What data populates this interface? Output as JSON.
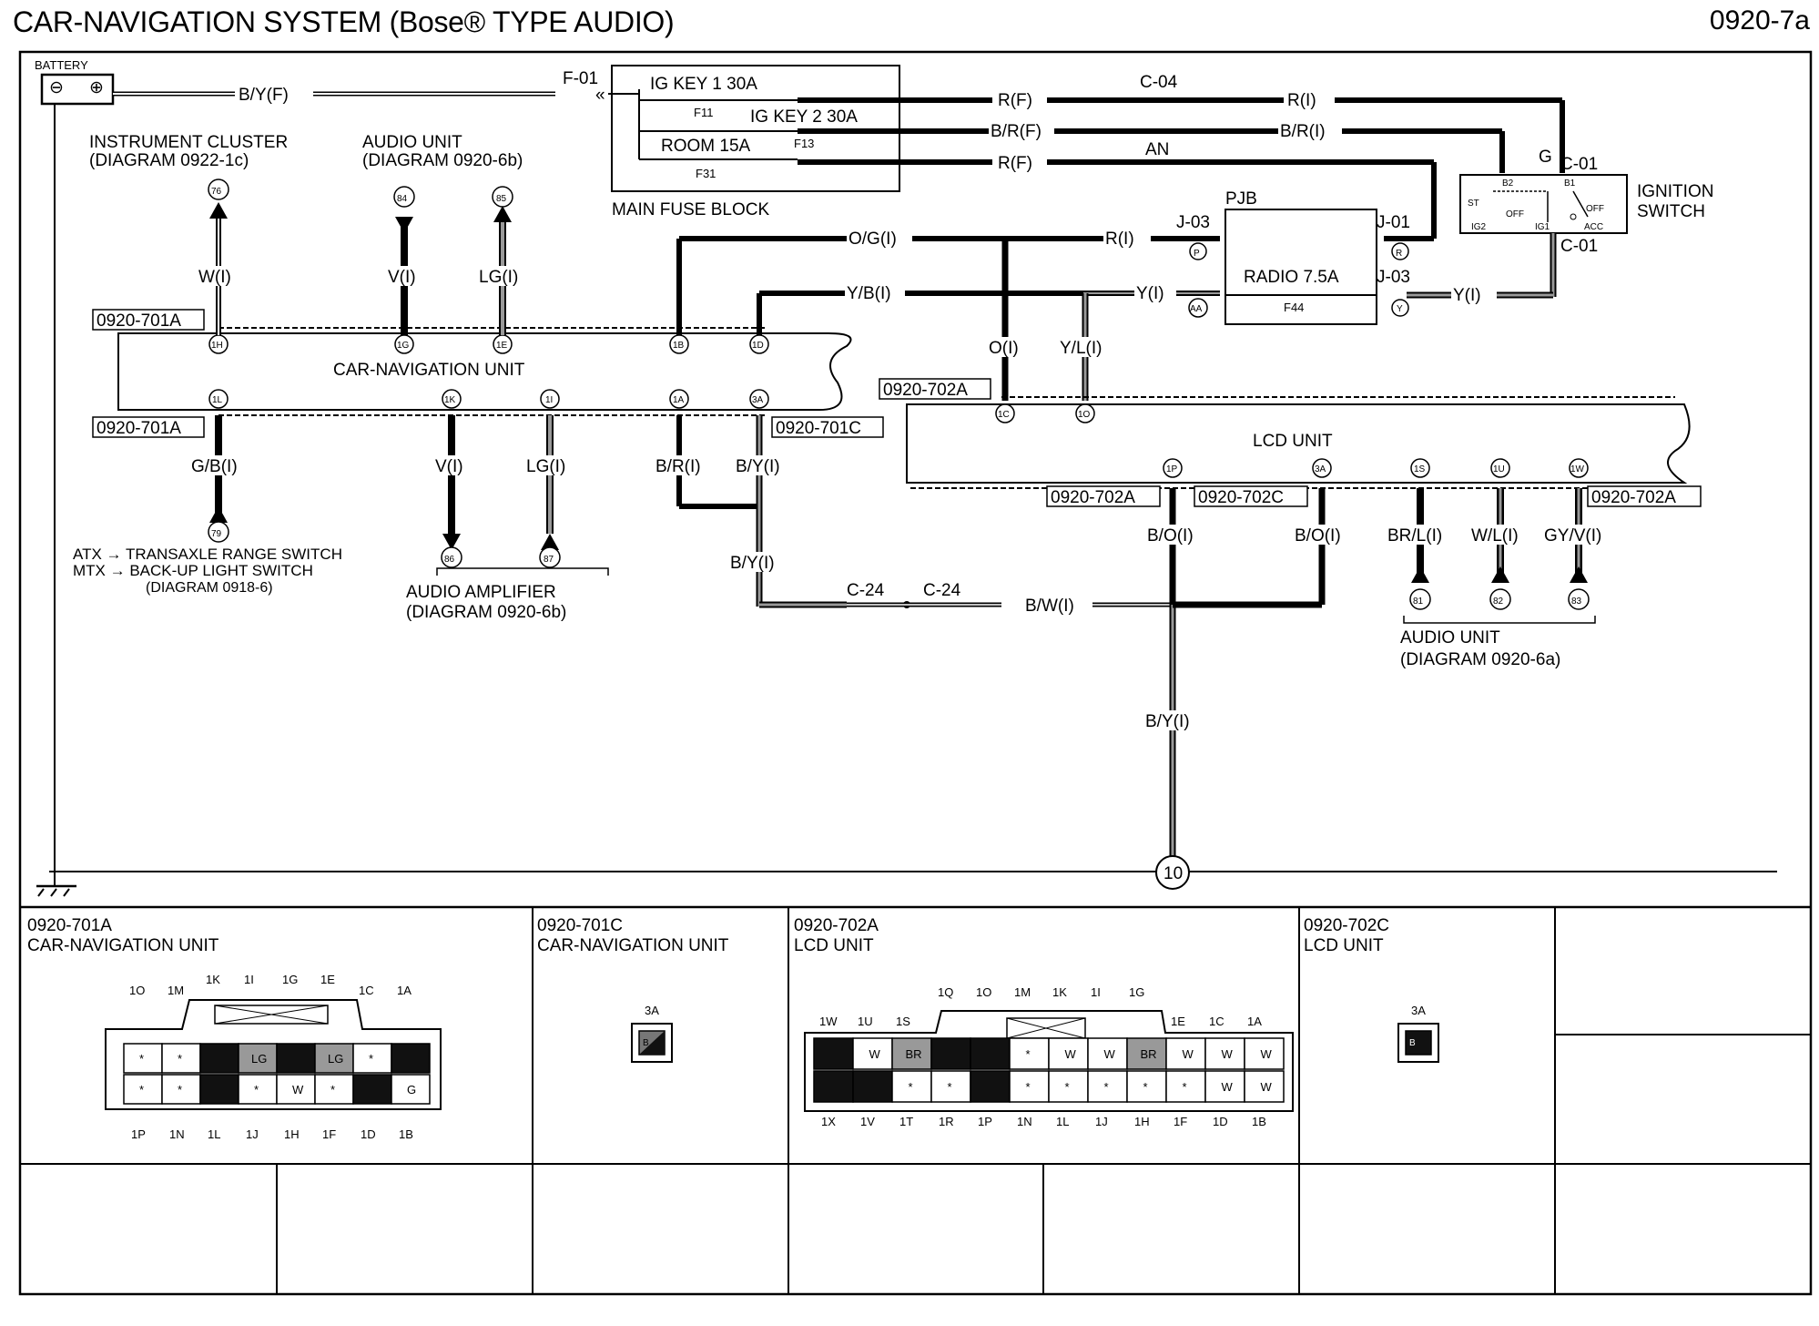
{
  "title": "CAR-NAVIGATION SYSTEM (Bose® TYPE AUDIO)",
  "page_code": "0920-7a",
  "battery": {
    "label": "BATTERY",
    "minus": "⊖",
    "plus": "⊕"
  },
  "fuse_block": {
    "connector": "F-01",
    "label": "MAIN FUSE BLOCK",
    "fuses": [
      {
        "name": "IG KEY 1 30A",
        "id": "F11"
      },
      {
        "name": "IG KEY 2 30A",
        "id": "F13"
      },
      {
        "name": "ROOM 15A",
        "id": "F31"
      }
    ]
  },
  "pjb": {
    "label": "PJB",
    "fuse": "RADIO 7.5A",
    "fuse_id": "F44",
    "conn_in_top": "J-03",
    "conn_out_top": "J-01",
    "conn_out_bot": "J-03",
    "term_p": "P",
    "term_aa": "AA",
    "term_r": "R",
    "term_y": "Y"
  },
  "ignition": {
    "label1": "IGNITION",
    "label2": "SWITCH",
    "conn_top": "C-01",
    "conn_bot": "C-01",
    "g": "G",
    "b2": "B2",
    "b1": "B1",
    "st": "ST",
    "off1": "OFF",
    "off2": "OFF",
    "ig2": "IG2",
    "ig1": "IG1",
    "acc": "ACC"
  },
  "wires": {
    "battery_out": "B/Y(F)",
    "rf1": "R(F)",
    "bfr": "B/R(F)",
    "rf2": "R(F)",
    "c04": "C-04",
    "ri": "R(I)",
    "bri": "B/R(I)",
    "an": "AN",
    "ogi": "O/G(I)",
    "ri2": "R(I)",
    "ybi": "Y/B(I)",
    "yi": "Y(I)",
    "yi2": "Y(I)",
    "wi": "W(I)",
    "vi": "V(I)",
    "lgi": "LG(I)",
    "oi": "O(I)",
    "yli": "Y/L(I)",
    "gbi": "G/B(I)",
    "vi2": "V(I)",
    "lgi2": "LG(I)",
    "bri2": "B/R(I)",
    "byi": "B/Y(I)",
    "byi2": "B/Y(I)",
    "c24a": "C-24",
    "c24b": "C-24",
    "bwi": "B/W(I)",
    "boi1": "B/O(I)",
    "boi2": "B/O(I)",
    "brli": "BR/L(I)",
    "wli": "W/L(I)",
    "gyvi": "GY/V(I)",
    "byi3": "B/Y(I)"
  },
  "references": {
    "instrument_cluster": {
      "name": "INSTRUMENT CLUSTER",
      "diagram": "(DIAGRAM 0922-1c)"
    },
    "audio_unit_top": {
      "name": "AUDIO UNIT",
      "diagram": "(DIAGRAM  0920-6b)"
    },
    "atx_line": "ATX → TRANSAXLE RANGE SWITCH",
    "mtx_line": "MTX → BACK-UP LIGHT SWITCH",
    "transaxle_diagram": "(DIAGRAM 0918-6)",
    "audio_amplifier": {
      "name": "AUDIO AMPLIFIER",
      "diagram": "(DIAGRAM 0920-6b)"
    },
    "audio_unit_bottom": {
      "name": "AUDIO UNIT",
      "diagram": "(DIAGRAM  0920-6a)"
    }
  },
  "terminals": {
    "t76": "76",
    "t84": "84",
    "t85": "85",
    "t79": "79",
    "t86": "86",
    "t87": "87",
    "t81": "81",
    "t82": "82",
    "t83": "83",
    "ground": "10",
    "c1H": "1H",
    "c1G": "1G",
    "c1E": "1E",
    "c1B": "1B",
    "c1D": "1D",
    "c1L": "1L",
    "c1K": "1K",
    "c1I": "1I",
    "c1A": "1A",
    "c3A": "3A",
    "l1C": "1C",
    "l1O": "1O",
    "l1P": "1P",
    "l3A": "3A",
    "l1S": "1S",
    "l1U": "1U",
    "l1W": "1W"
  },
  "units": {
    "car_nav": "CAR-NAVIGATION UNIT",
    "lcd": "LCD UNIT",
    "conn_701A_top": "0920-701A",
    "conn_701A_bot": "0920-701A",
    "conn_701C": "0920-701C",
    "conn_702A_top": "0920-702A",
    "conn_702A_b1": "0920-702A",
    "conn_702C": "0920-702C",
    "conn_702A_b2": "0920-702A"
  },
  "connector_table": [
    {
      "code": "0920-701A",
      "name": "CAR-NAVIGATION UNIT",
      "top_labels": [
        "1O",
        "1M",
        "1K",
        "1I",
        "1G",
        "1E",
        "1C",
        "1A"
      ],
      "bottom_labels": [
        "1P",
        "1N",
        "1L",
        "1J",
        "1H",
        "1F",
        "1D",
        "1B"
      ],
      "row1": [
        "*",
        "*",
        "",
        "LG",
        "",
        "LG",
        "*",
        "B"
      ],
      "row2": [
        "*",
        "*",
        "B",
        "*",
        "W",
        "*",
        "",
        "G"
      ]
    },
    {
      "code": "0920-701C",
      "name": "CAR-NAVIGATION UNIT",
      "pin": "3A",
      "pin_mark": "B"
    },
    {
      "code": "0920-702A",
      "name": "LCD UNIT",
      "top_labels": [
        "1Q",
        "1O",
        "1M",
        "1K",
        "1I",
        "1G"
      ],
      "top_labels2": [
        "1W",
        "1U",
        "1S",
        "1E",
        "1C",
        "1A"
      ],
      "bottom_labels": [
        "1X",
        "1V",
        "1T",
        "1R",
        "1P",
        "1N",
        "1L",
        "1J",
        "1H",
        "1F",
        "1D",
        "1B"
      ],
      "row1": [
        "B",
        "W",
        "BR",
        "",
        "B",
        "*",
        "W",
        "W",
        "BR",
        "W",
        "W",
        "W"
      ],
      "row2": [
        "B",
        "",
        "*",
        "*",
        "B",
        "*",
        "*",
        "*",
        "*",
        "*",
        "W",
        "W"
      ]
    },
    {
      "code": "0920-702C",
      "name": "LCD UNIT",
      "pin": "3A",
      "pin_mark": "B"
    }
  ]
}
